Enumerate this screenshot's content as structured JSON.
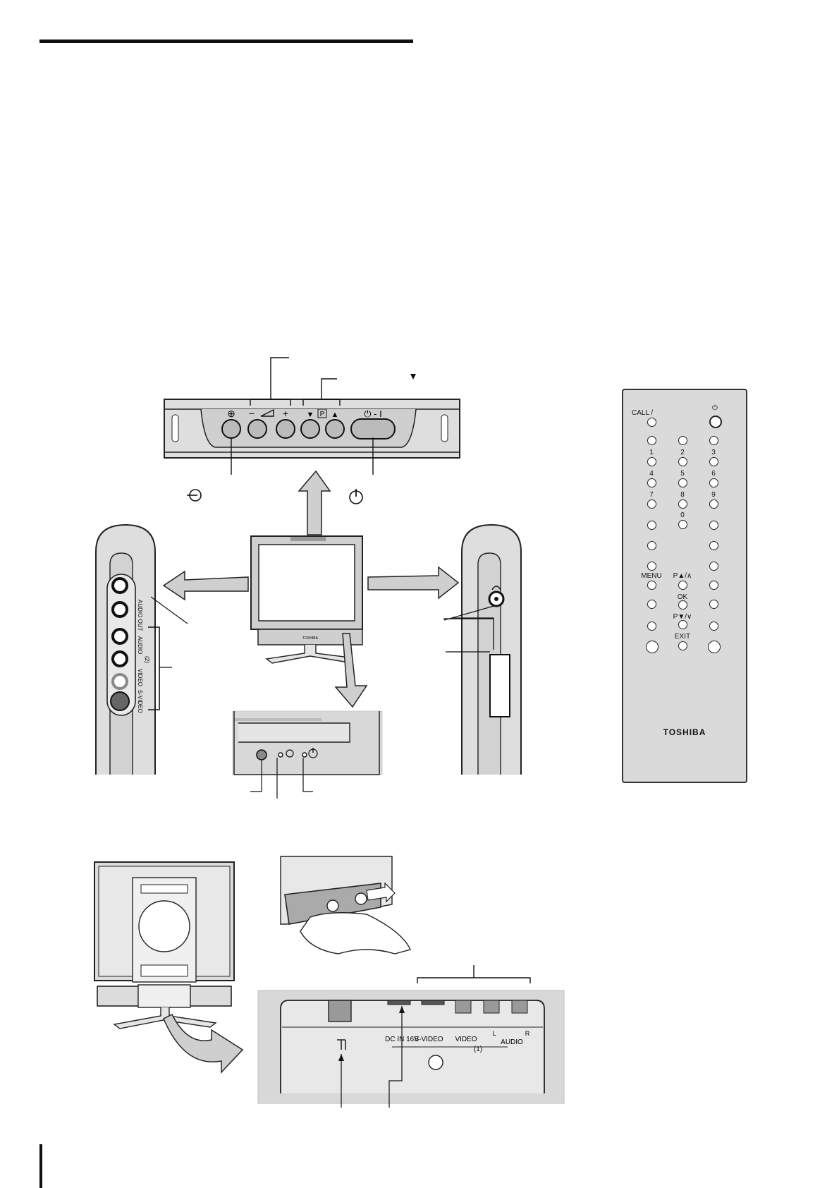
{
  "panel_labels": {
    "input": "⊕",
    "vol_minus": "−",
    "vol_plus": "+",
    "prog_down": "▼",
    "prog_p": "P",
    "prog_up": "▲",
    "power": "⏻ - I"
  },
  "side_left": {
    "audio_out": "AUDIO OUT",
    "audio_in": "AUDIO",
    "video": "VIDEO",
    "svideo": "S-VIDEO",
    "input2": "(2)"
  },
  "tv_brand": "TOSHIBA",
  "connectors": {
    "dc_in": "DC IN 16V",
    "svideo": "S-VIDEO",
    "video": "VIDEO",
    "audio": "AUDIO",
    "audio_l": "L",
    "audio_r": "R",
    "input1": "(1)"
  },
  "remote": {
    "call": "CALL /",
    "menu": "MENU",
    "ok": "OK",
    "exit": "EXIT",
    "p_up": "P▲/∧",
    "p_down": "P▼/∨",
    "brand": "TOSHIBA",
    "digits": [
      "1",
      "2",
      "3",
      "4",
      "5",
      "6",
      "7",
      "8",
      "9",
      "0"
    ]
  }
}
